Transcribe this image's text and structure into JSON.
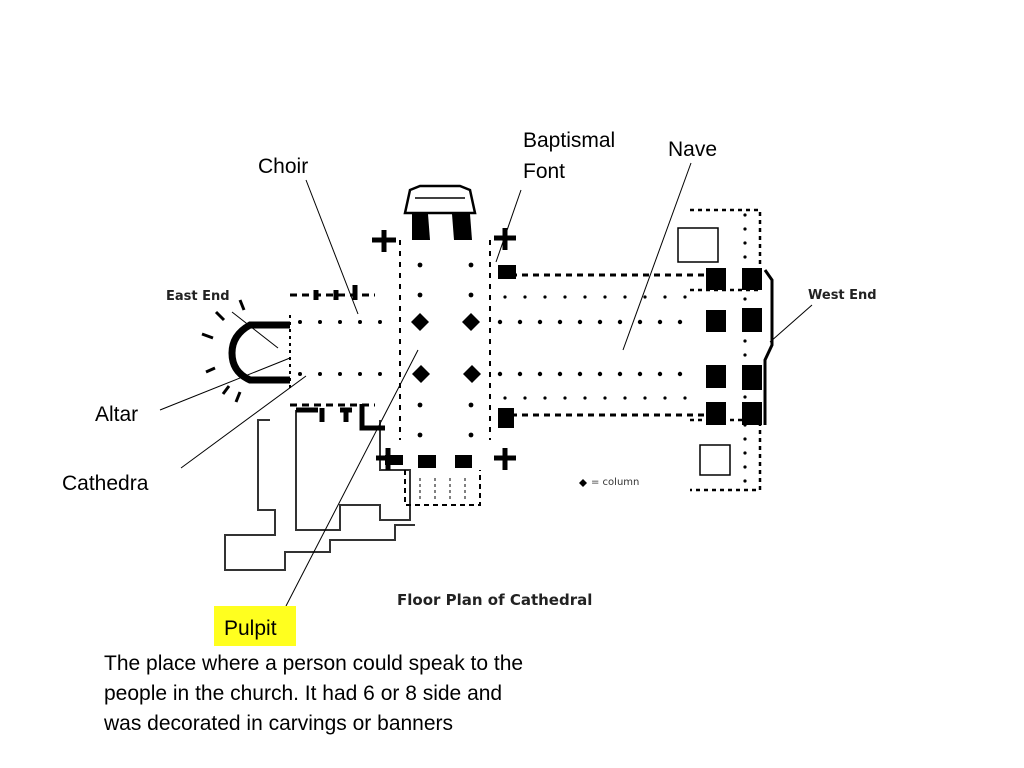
{
  "labels": {
    "choir": "Choir",
    "baptismal_font": [
      "Baptismal",
      "Font"
    ],
    "nave": "Nave",
    "east_end": "East End",
    "west_end": "West End",
    "altar": "Altar",
    "cathedra": "Cathedra",
    "pulpit": "Pulpit"
  },
  "legend": "= column",
  "caption": "Floor Plan of Cathedral",
  "description": "The place where a person could speak to the people in the church. It had 6 or 8 side and was decorated in carvings or banners",
  "colors": {
    "highlight": "#ffff1f",
    "ink": "#000000"
  }
}
